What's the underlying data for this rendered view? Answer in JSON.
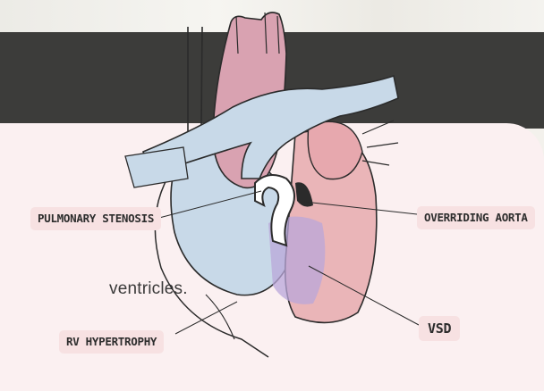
{
  "caption": {
    "text": "ventricles."
  },
  "labels": {
    "pulmonary_stenosis": "PULMONARY STENOSIS",
    "overriding_aorta": "OVERRIDING AORTA",
    "vsd": "VSD",
    "rv_hypertrophy": "RV HYPERTROPHY"
  },
  "colors": {
    "dark_band": "#3c3c3a",
    "card_bg": "#fbf0f1",
    "label_bg": "#f7e1e2",
    "aorta_pink": "#d9a2b1",
    "vessel_blue": "#c8d9e8",
    "lv_pink": "#eab5b8",
    "vsd_purple": "#b9a7d9"
  }
}
